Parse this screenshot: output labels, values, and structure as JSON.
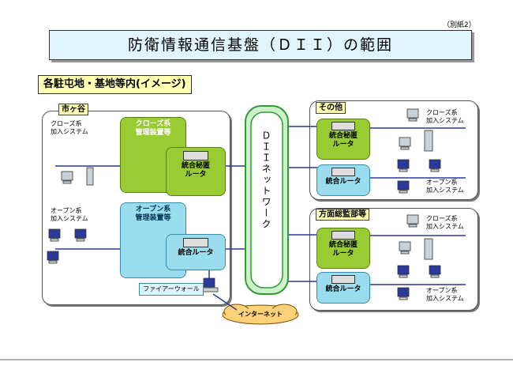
{
  "annex": "（別紙2）",
  "title": "防衛情報通信基盤（ＤＩＩ）の範囲",
  "site_heading": "各駐屯地・基地等内(イメージ)",
  "ichigaya": {
    "tag": "市ヶ谷",
    "closed_label": "クローズ系\n加入システム",
    "open_label": "オープン系\n加入システム",
    "closed_mgmt": "クローズ系\n管理装置等",
    "open_mgmt": "オープン系\n管理装置等",
    "secret_router": "統合秘匿\nルータ",
    "router": "統合ルータ",
    "firewall": "ファイアーウォール"
  },
  "network": "ＤＩＩネットワーク",
  "internet": "インターネット",
  "others": {
    "tag": "その他",
    "secret_router": "統合秘匿\nルータ",
    "router": "統合ルータ",
    "closed_label": "クローズ系\n加入システム",
    "open_label": "オープン系\n加入システム"
  },
  "hq": {
    "tag": "方面総監部等",
    "secret_router": "統合秘匿\nルータ",
    "router": "統合ルータ",
    "closed_label": "クローズ系\n加入システム",
    "open_label": "オープン系\n加入システム"
  },
  "colors": {
    "green": "#99cc33",
    "cyan": "#99ddee",
    "title_bg": "#e0f4fb"
  }
}
